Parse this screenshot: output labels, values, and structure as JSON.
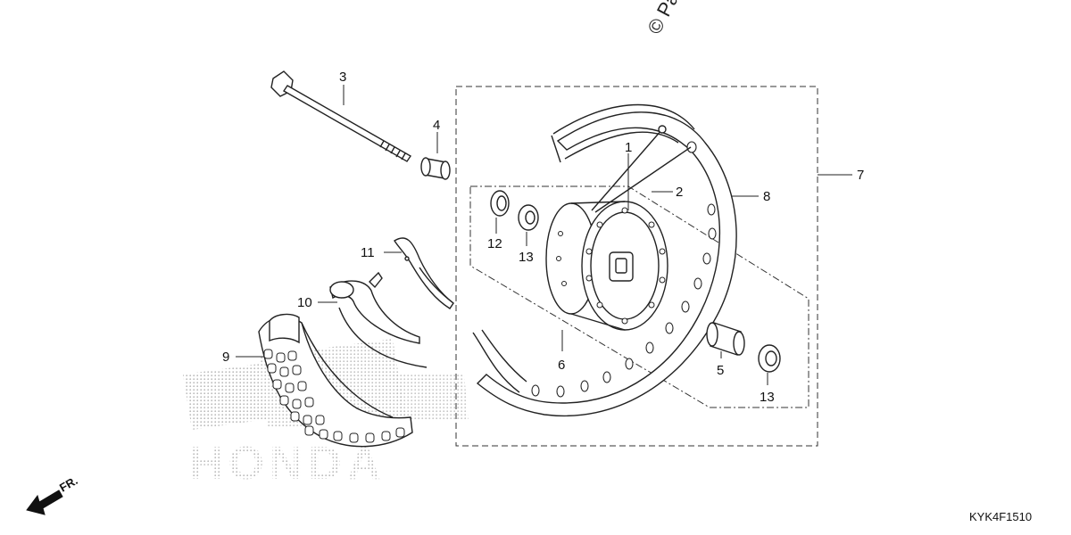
{
  "diagram": {
    "copyright": "© Pa",
    "diagram_code": "KYK4F1510",
    "direction_label": "FR.",
    "watermark_brand": "HONDA",
    "callouts": {
      "c1": "1",
      "c2": "2",
      "c3": "3",
      "c4": "4",
      "c5": "5",
      "c6": "6",
      "c7": "7",
      "c8": "8",
      "c9": "9",
      "c10": "10",
      "c11": "11",
      "c12": "12",
      "c13a": "13",
      "c13b": "13"
    }
  },
  "colors": {
    "line": "#222222",
    "watermark_dots": "#b9b9b9",
    "background": "#ffffff"
  }
}
